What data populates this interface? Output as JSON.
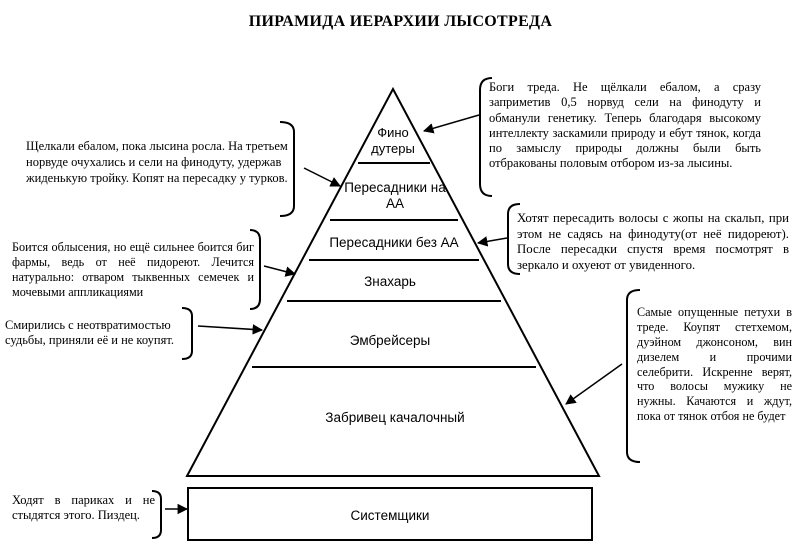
{
  "title": "ПИРАМИДА ИЕРАРХИИ ЛЫСОТРЕДА",
  "levels": {
    "l1": "Фино дутеры",
    "l2": "Пересадники на АА",
    "l3": "Пересадники без АА",
    "l4": "Знахарь",
    "l5": "Эмбрейсеры",
    "l6": "Забривец качалочный",
    "l7": "Системщики"
  },
  "notes": {
    "gods": "Боги треда. Не щёлкали ебалом, а сразу заприметив 0,5 норвуд сели на финодуту и обманули генетику. Теперь благодаря высокому интеллекту заскамили природу и ебут тянок, когда по замыслу природы должны были быть отбракованы половым отбором из-за лысины.",
    "clicked": "Щелкали ебалом, пока лысина росла. На третьем норвуде очухались и сели на финодуту, удержав жиденькую тройку. Копят на пересадку у турков.",
    "transplant": "Хотят пересадить волосы с жопы на скальп, при этом не садясь на финодуту(от неё пидореют). После пересадки спустя время посмотрят в зеркало и охуеют от увиденного.",
    "afraid": "Боится облысения, но ещё сильнее боится биг фармы, ведь от неё пидореют. Лечится натурально: отваром тыквенных семечек и мочевыми аппликациями",
    "accepted": "Смирились с неотвратимостью судьбы, приняли её и не коупят.",
    "lowest": "Самые опущенные петухи в треде. Коупят стетхемом, дуэйном джонсоном, вин дизелем и прочими селебрити. Искренне верят, что волосы мужику не нужны. Качаются и ждут, пока от тянок отбоя не будет",
    "wigs": "Ходят в париках и не стыдятся этого. Пиздец."
  }
}
